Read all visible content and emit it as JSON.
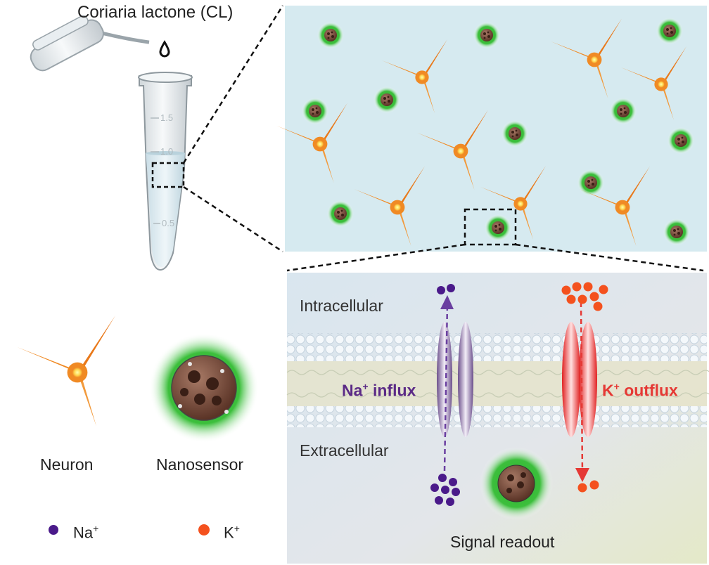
{
  "title": "Coriaria lactone (CL)",
  "legend": {
    "neuron": "Neuron",
    "nanosensor": "Nanosensor",
    "na_symbol": "Na",
    "na_charge": "+",
    "k_symbol": "K",
    "k_charge": "+"
  },
  "membrane_panel": {
    "intracellular": "Intracellular",
    "extracellular": "Extracellular",
    "na_influx_symbol": "Na",
    "na_influx_charge": "+",
    "na_influx_text": " influx",
    "k_outflux_symbol": "K",
    "k_outflux_charge": "+",
    "k_outflux_text": " outflux",
    "signal_readout": "Signal readout"
  },
  "tube_markings": [
    "1.5",
    "1.0",
    "0.5"
  ],
  "colors": {
    "neuron": "#f08a24",
    "neuron_nucleus": "#fff176",
    "nanosensor_glow": "#3bbf3b",
    "nanosensor_core": "#7a4a3a",
    "sodium": "#4a1a8a",
    "potassium": "#f4511e",
    "culture_bg": "#d6eaf0",
    "membrane_bg": "#dde8ee"
  }
}
